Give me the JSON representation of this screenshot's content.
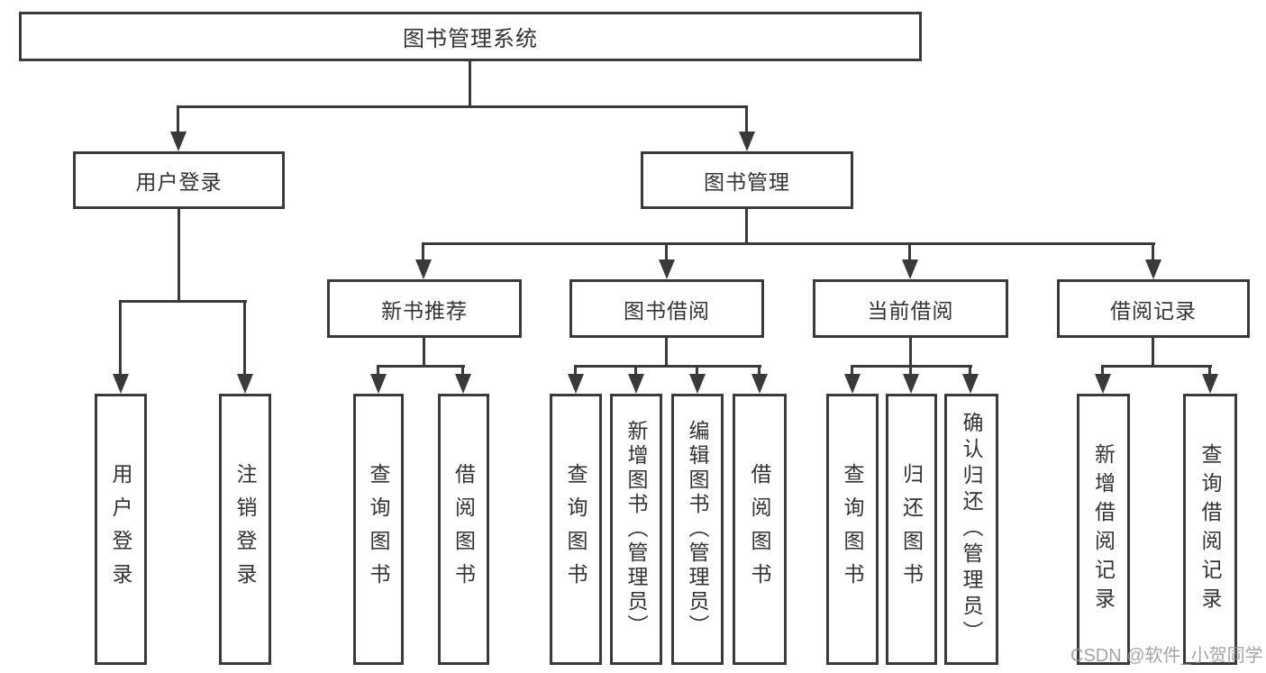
{
  "diagram": {
    "root": "图书管理系统",
    "level2": {
      "user_login": "用户登录",
      "book_management": "图书管理"
    },
    "level3": {
      "new_book_recommend": "新书推荐",
      "book_borrow": "图书借阅",
      "current_borrow": "当前借阅",
      "borrow_records": "借阅记录"
    },
    "leaves": {
      "login": "用户登录",
      "logout": "注销登录",
      "nbr_query_book": "查询图书",
      "nbr_borrow_book": "借阅图书",
      "bb_query_book": "查询图书",
      "bb_add_book": "新增图书（管理员）",
      "bb_edit_book": "编辑图书（管理员）",
      "bb_borrow_book": "借阅图书",
      "cb_query_book": "查询图书",
      "cb_return_book": "归还图书",
      "cb_confirm_return": "确认归还（管理员）",
      "br_add_record": "新增借阅记录",
      "br_query_record": "查询借阅记录"
    }
  },
  "watermark": "CSDN @软件_小贺同学",
  "colors": {
    "line": "#3a3a3a",
    "text": "#333333",
    "background": "#ffffff",
    "watermark": "#949494"
  }
}
